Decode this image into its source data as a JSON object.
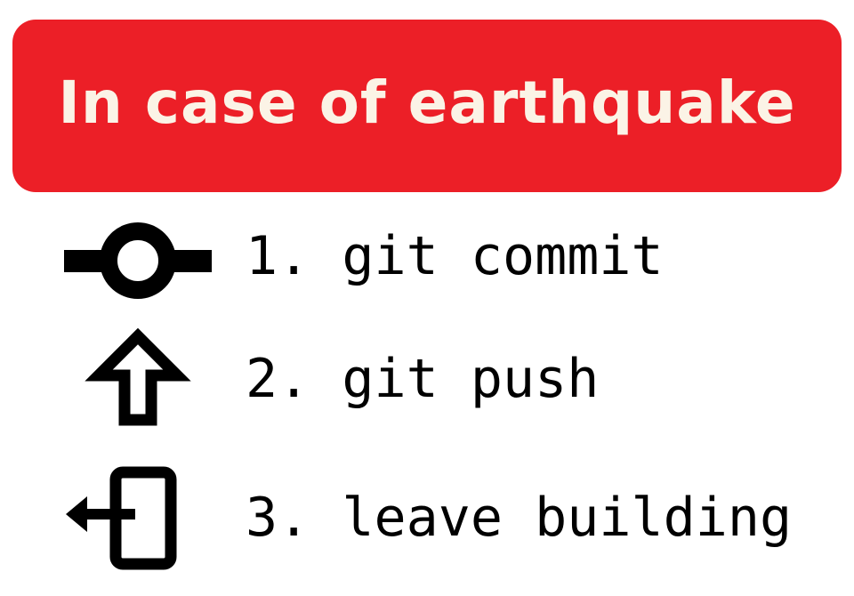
{
  "banner": {
    "title": "In case of earthquake",
    "background_color": "#ec1f27",
    "text_color": "#fbf3e6"
  },
  "steps": [
    {
      "text": "1. git commit",
      "icon": "git-commit-icon"
    },
    {
      "text": "2. git push",
      "icon": "push-arrow-icon"
    },
    {
      "text": "3. leave building",
      "icon": "exit-door-icon"
    }
  ]
}
